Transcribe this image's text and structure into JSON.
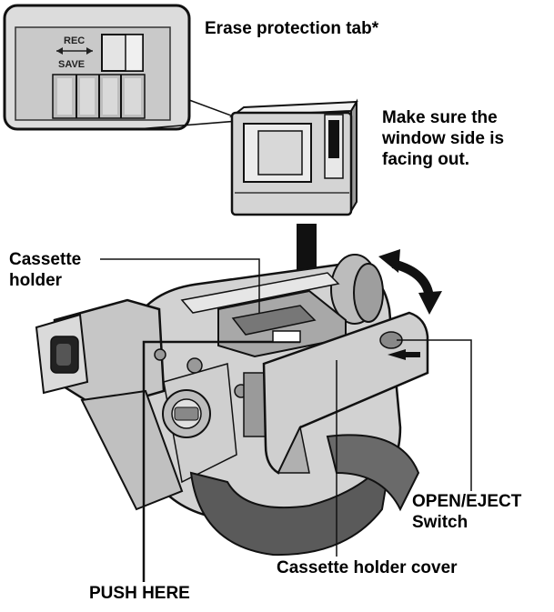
{
  "labels": {
    "erase_tab": "Erase protection tab*",
    "window_side": "Make sure the\nwindow side is\nfacing out.",
    "cassette_holder": "Cassette\nholder",
    "open_eject": "OPEN/EJECT\nSwitch",
    "holder_cover": "Cassette holder cover",
    "push_here": "PUSH HERE"
  },
  "inset": {
    "rec": "REC",
    "save": "SAVE"
  }
}
